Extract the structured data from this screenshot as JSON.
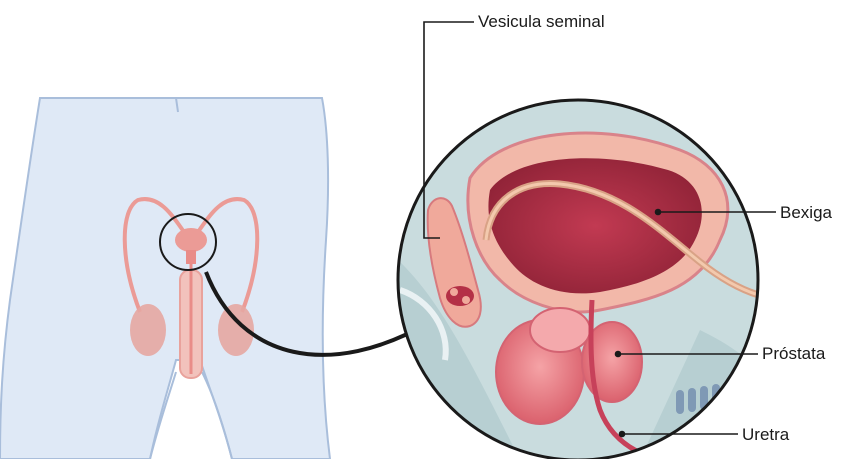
{
  "labels": {
    "vesicula_seminal": "Vesicula seminal",
    "bexiga": "Bexiga",
    "prostata": "Próstata",
    "uretra": "Uretra"
  },
  "colors": {
    "body_fill": "#dfe9f6",
    "body_outline": "#a9bedb",
    "organ_pink": "#eb9b96",
    "bladder_dark": "#a52b3f",
    "bladder_wall": "#f2b8a9",
    "prostata": "#e0707a",
    "circle_background": "#c9dcde",
    "leader_line": "#1a1a1a"
  }
}
